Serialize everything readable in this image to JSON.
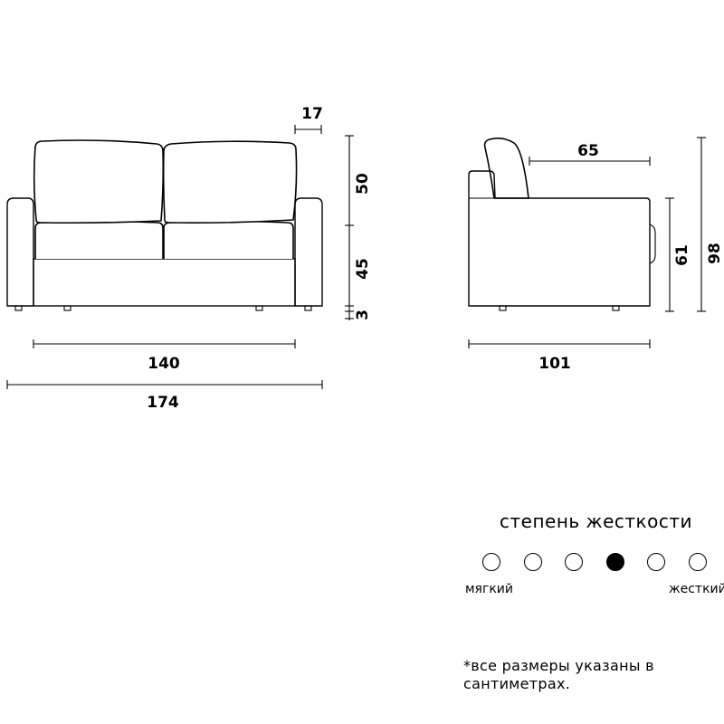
{
  "front_view": {
    "dim_width_inner": "140",
    "dim_width_total": "174",
    "dim_arm_width": "17",
    "dim_back_height": "50",
    "dim_seat_height": "45",
    "dim_leg_height": "3"
  },
  "side_view": {
    "dim_seat_depth": "65",
    "dim_arm_height": "61",
    "dim_total_height": "98",
    "dim_total_depth": "101"
  },
  "firmness": {
    "title": "степень жесткости",
    "label_soft": "мягкий",
    "label_hard": "жесткий",
    "scale_count": 6,
    "selected_level": 4
  },
  "note": "*все размеры указаны в сантиметрах."
}
